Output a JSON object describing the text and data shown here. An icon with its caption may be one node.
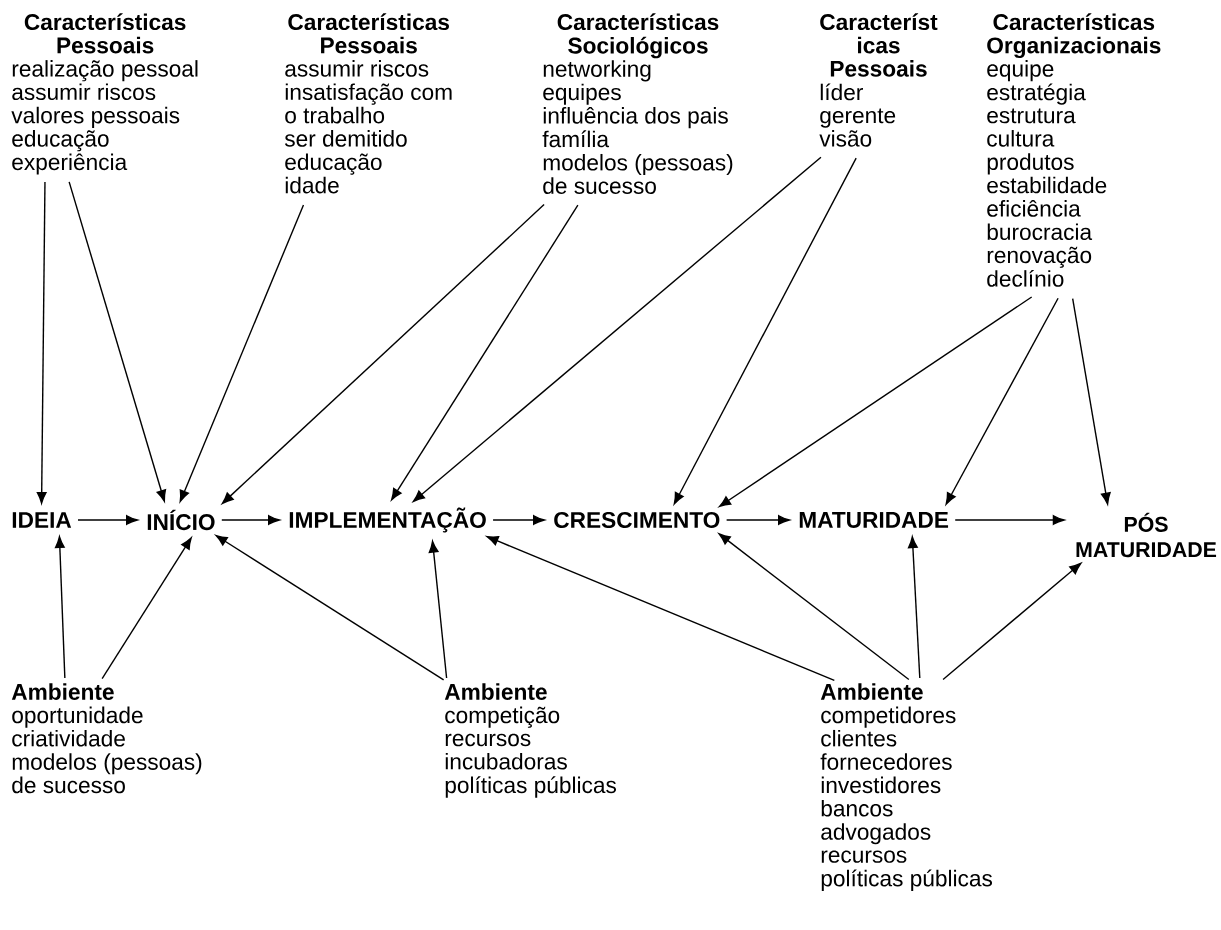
{
  "diagram": {
    "nodes": [
      {
        "text": [
          "Características",
          "Pessoais",
          "realização pessoal",
          "assumir riscos",
          "valores pessoais",
          "educação",
          "experiência"
        ]
      },
      {
        "text": [
          "Características",
          "Pessoais",
          "assumir riscos",
          "insatisfação com",
          "o trabalho",
          "ser demitido",
          "educação",
          "idade"
        ]
      },
      {
        "text": [
          "Características",
          "Sociológicos",
          "networking",
          "equipes",
          "influência dos pais",
          "família",
          "modelos (pessoas)",
          "de sucesso"
        ]
      },
      {
        "text": [
          "Característ",
          "icas",
          "Pessoais",
          "líder",
          "gerente",
          "visão"
        ]
      },
      {
        "text": [
          "Características",
          "Organizacionais",
          "equipe",
          "estratégia",
          "estrutura",
          "cultura",
          "produtos",
          "estabilidade",
          "eficiência",
          "burocracia",
          "renovação",
          "declínio"
        ]
      },
      {
        "text": [
          "IDEIA"
        ]
      },
      {
        "text": [
          "INÍCIO"
        ]
      },
      {
        "text": [
          "IMPLEMENTAÇÃO"
        ]
      },
      {
        "text": [
          "CRESCIMENTO"
        ]
      },
      {
        "text": [
          "MATURIDADE"
        ]
      },
      {
        "text": [
          "PÓS MATURIDADE"
        ]
      },
      {
        "text": [
          "Ambiente",
          "oportunidade",
          "criatividade",
          "modelos (pessoas)",
          "de sucesso"
        ]
      },
      {
        "text": [
          "Ambiente",
          "competição",
          "recursos",
          "incubadoras",
          "políticas públicas"
        ]
      },
      {
        "text": [
          "Ambiente",
          "competidores",
          "clientes",
          "fornecedores",
          "investidores",
          "bancos",
          "advogados",
          "recursos",
          "políticas públicas"
        ]
      }
    ],
    "edges": [
      {
        "from": 0,
        "to": 5,
        "arrow": "to"
      },
      {
        "from": 0,
        "to": 6,
        "arrow": "to"
      },
      {
        "from": 1,
        "to": 6,
        "arrow": "to"
      },
      {
        "from": 2,
        "to": 6,
        "arrow": "to"
      },
      {
        "from": 2,
        "to": 7,
        "arrow": "to"
      },
      {
        "from": 3,
        "to": 7,
        "arrow": "to"
      },
      {
        "from": 3,
        "to": 8,
        "arrow": "to"
      },
      {
        "from": 4,
        "to": 8,
        "arrow": "to"
      },
      {
        "from": 4,
        "to": 9,
        "arrow": "to"
      },
      {
        "from": 4,
        "to": 10,
        "arrow": "to"
      },
      {
        "from": 5,
        "to": 6,
        "arrow": "to"
      },
      {
        "from": 6,
        "to": 7,
        "arrow": "to"
      },
      {
        "from": 7,
        "to": 8,
        "arrow": "to"
      },
      {
        "from": 8,
        "to": 9,
        "arrow": "to"
      },
      {
        "from": 9,
        "to": 10,
        "arrow": "to"
      },
      {
        "from": 11,
        "to": 5,
        "arrow": "to"
      },
      {
        "from": 11,
        "to": 6,
        "arrow": "to"
      },
      {
        "from": 12,
        "to": 6,
        "arrow": "to"
      },
      {
        "from": 12,
        "to": 7,
        "arrow": "to"
      },
      {
        "from": 13,
        "to": 7,
        "arrow": "to"
      },
      {
        "from": 13,
        "to": 8,
        "arrow": "to"
      },
      {
        "from": 13,
        "to": 9,
        "arrow": "to"
      },
      {
        "from": 13,
        "to": 10,
        "arrow": "to"
      }
    ]
  }
}
